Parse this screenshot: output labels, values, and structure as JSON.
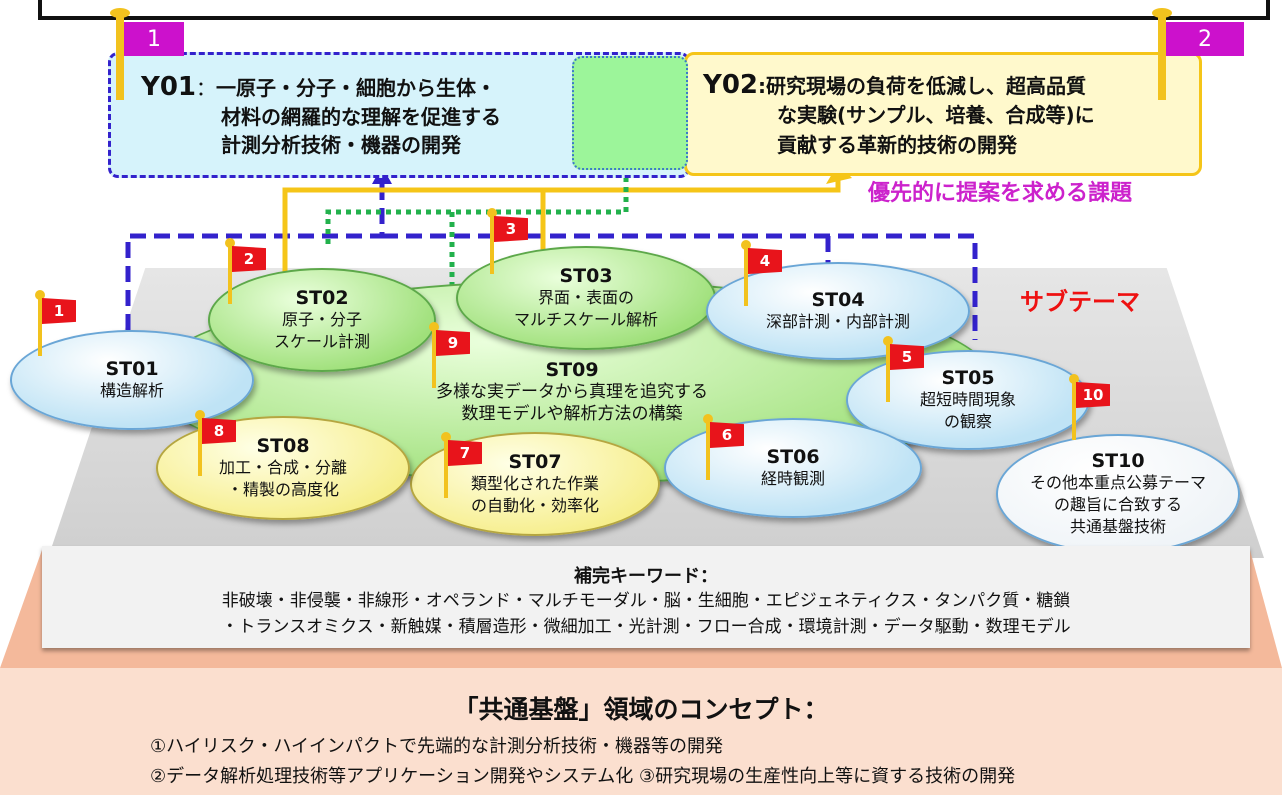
{
  "objectives": {
    "y01": {
      "flag": "1",
      "code": "Y01",
      "sep": "：",
      "line1": "一原子・分子・細胞から生体・",
      "line2": "材料の網羅的な理解を促進する",
      "line3": "計測分析技術・機器の開発"
    },
    "y02": {
      "flag": "2",
      "code": "Y02",
      "sep": ":",
      "line1": "研究現場の負荷を低減し、超高品質",
      "line2": "な実験(サンプル、培養、合成等)に",
      "line3": "貢献する革新的技術の開発"
    }
  },
  "priority_label": "優先的に提案を求める課題",
  "subtheme_label": "サブテーマ",
  "subthemes": [
    {
      "flag": "1",
      "code": "ST01",
      "lines": [
        "構造解析"
      ]
    },
    {
      "flag": "2",
      "code": "ST02",
      "lines": [
        "原子・分子",
        "スケール計測"
      ]
    },
    {
      "flag": "3",
      "code": "ST03",
      "lines": [
        "界面・表面の",
        "マルチスケール解析"
      ]
    },
    {
      "flag": "4",
      "code": "ST04",
      "lines": [
        "深部計測・内部計測"
      ]
    },
    {
      "flag": "5",
      "code": "ST05",
      "lines": [
        "超短時間現象",
        "の観察"
      ]
    },
    {
      "flag": "6",
      "code": "ST06",
      "lines": [
        "経時観測"
      ]
    },
    {
      "flag": "7",
      "code": "ST07",
      "lines": [
        "類型化された作業",
        "の自動化・効率化"
      ]
    },
    {
      "flag": "8",
      "code": "ST08",
      "lines": [
        "加工・合成・分離",
        "・精製の高度化"
      ]
    },
    {
      "flag": "9",
      "code": "ST09",
      "lines": [
        "多様な実データから真理を追究する",
        "数理モデルや解析方法の構築"
      ]
    },
    {
      "flag": "10",
      "code": "ST10",
      "lines": [
        "その他本重点公募テーマ",
        "の趣旨に合致する",
        "共通基盤技術"
      ]
    }
  ],
  "keywords": {
    "title": "補完キーワード：",
    "line1": "非破壊・非侵襲・非線形・オペランド・マルチモーダル・脳・生細胞・エピジェネティクス・タンパク質・糖鎖",
    "line2": "・トランスオミクス・新触媒・積層造形・微細加工・光計測・フロー合成・環境計測・データ駆動・数理モデル"
  },
  "concept": {
    "title": "「共通基盤」領域のコンセプト：",
    "item1": "①ハイリスク・ハイインパクトで先端的な計測分析技術・機器等の開発",
    "item2": "②データ解析処理技術等アプリケーション開発やシステム化 ③研究現場の生産性向上等に資する技術の開発"
  },
  "colors": {
    "blue_dash": "#3322cc",
    "yellow_line": "#f5c518",
    "green_dot": "#22b14c",
    "flag_red": "#e8141b",
    "flag_magenta": "#cc11cc",
    "accent_red": "#ee1111",
    "priority_magenta": "#cc22cc"
  }
}
